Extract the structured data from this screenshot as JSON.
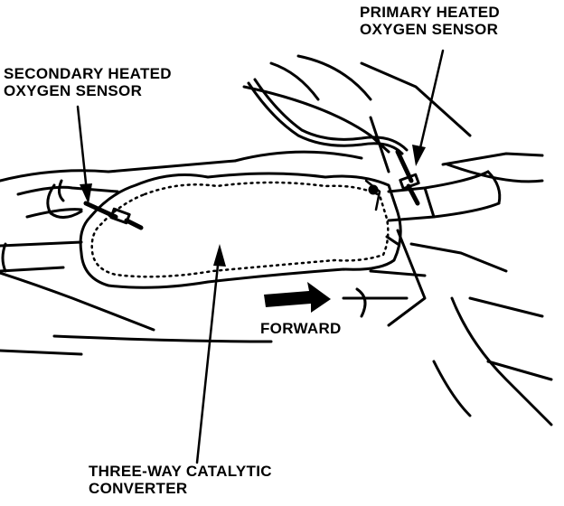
{
  "labels": {
    "primary_sensor": [
      "PRIMARY HEATED",
      "OXYGEN SENSOR"
    ],
    "secondary_sensor": [
      "SECONDARY HEATED",
      "OXYGEN SENSOR"
    ],
    "forward": "FORWARD",
    "converter": [
      "THREE-WAY CATALYTIC",
      "CONVERTER"
    ]
  },
  "colors": {
    "ink": "#000000",
    "paper": "#ffffff"
  }
}
